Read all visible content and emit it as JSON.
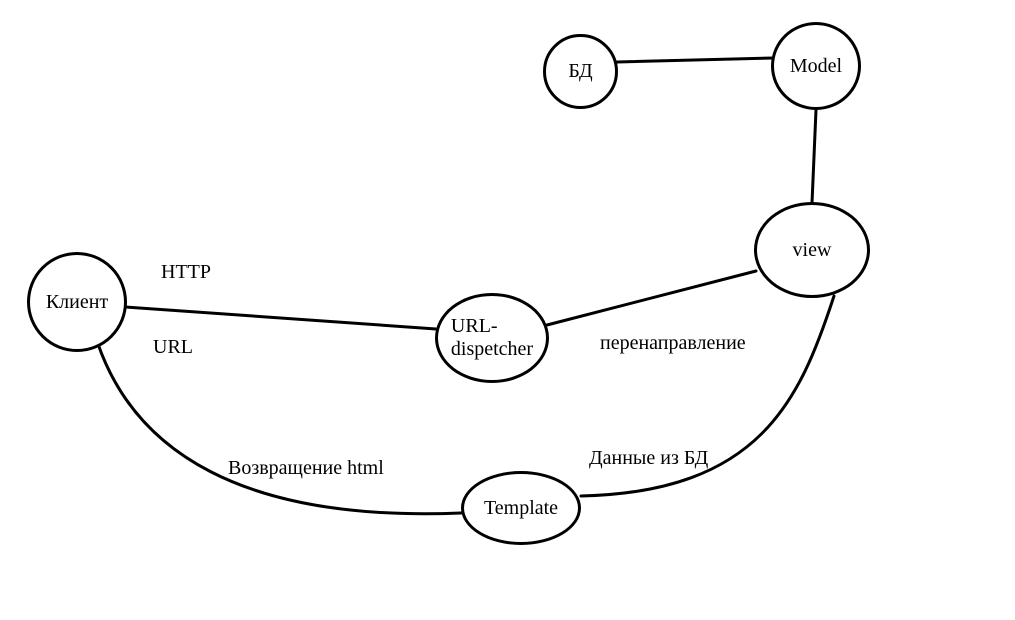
{
  "diagram": {
    "nodes": {
      "db": {
        "label": "БД"
      },
      "model": {
        "label": "Model"
      },
      "view": {
        "label": "view"
      },
      "client": {
        "label": "Клиент"
      },
      "url_dispatcher": {
        "label_line1": "URL-",
        "label_line2": "dispetcher"
      },
      "template": {
        "label": "Template"
      }
    },
    "edge_labels": {
      "http": "HTTP",
      "url": "URL",
      "redirect": "перенаправление",
      "return_html": "Возвращение html",
      "data_from_db": "Данные из БД"
    }
  }
}
